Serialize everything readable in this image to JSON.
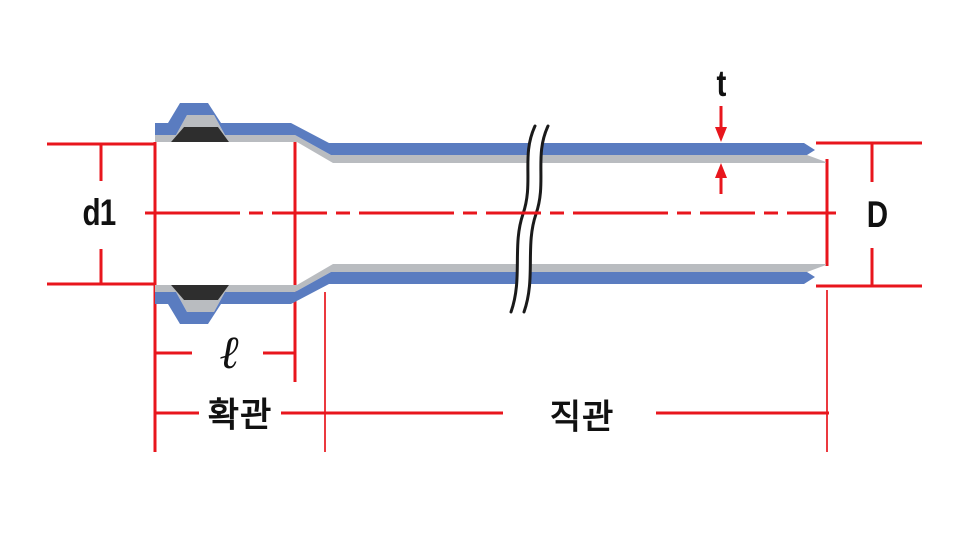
{
  "diagram": {
    "type": "technical-drawing",
    "subject": "PVC pipe socket (bell end) dimension diagram",
    "labels": {
      "socket_inner_diameter": "d1",
      "pipe_outer_diameter": "D",
      "wall_thickness": "t",
      "socket_length": "ℓ",
      "expanded_section": "확관",
      "straight_section": "직관"
    },
    "colors": {
      "dimension_line": "#e8161d",
      "pipe_outer_blue": "#5a7cc0",
      "pipe_liner_gray": "#b9bcc0",
      "gasket_dark": "#2e2e2e",
      "label_text": "#111111",
      "background": "#ffffff"
    }
  }
}
